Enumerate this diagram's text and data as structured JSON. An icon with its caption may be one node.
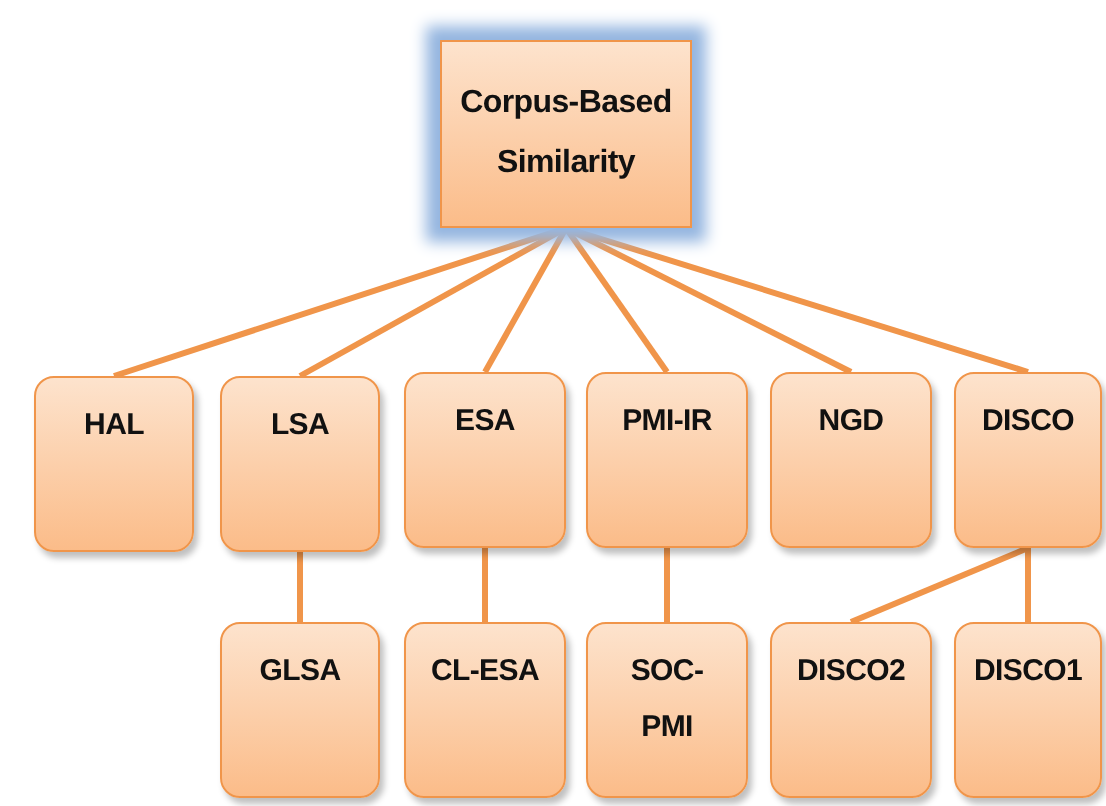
{
  "diagram": {
    "nodes": [
      {
        "text": [
          "Corpus-Based Similarity"
        ]
      },
      {
        "text": [
          "HAL"
        ]
      },
      {
        "text": [
          "LSA"
        ]
      },
      {
        "text": [
          "ESA"
        ]
      },
      {
        "text": [
          "PMI-IR"
        ]
      },
      {
        "text": [
          "NGD"
        ]
      },
      {
        "text": [
          "DISCO"
        ]
      },
      {
        "text": [
          "GLSA"
        ]
      },
      {
        "text": [
          "CL-ESA"
        ]
      },
      {
        "text": [
          "SOC-PMI"
        ]
      },
      {
        "text": [
          "DISCO2"
        ]
      },
      {
        "text": [
          "DISCO1"
        ]
      }
    ],
    "edges": [
      {
        "from": 0,
        "to": 1,
        "arrow": "none"
      },
      {
        "from": 0,
        "to": 2,
        "arrow": "none"
      },
      {
        "from": 0,
        "to": 3,
        "arrow": "none"
      },
      {
        "from": 0,
        "to": 4,
        "arrow": "none"
      },
      {
        "from": 0,
        "to": 5,
        "arrow": "none"
      },
      {
        "from": 0,
        "to": 6,
        "arrow": "none"
      },
      {
        "from": 2,
        "to": 7,
        "arrow": "none"
      },
      {
        "from": 3,
        "to": 8,
        "arrow": "none"
      },
      {
        "from": 4,
        "to": 9,
        "arrow": "none"
      },
      {
        "from": 6,
        "to": 10,
        "arrow": "none"
      },
      {
        "from": 6,
        "to": 11,
        "arrow": "none"
      }
    ]
  }
}
